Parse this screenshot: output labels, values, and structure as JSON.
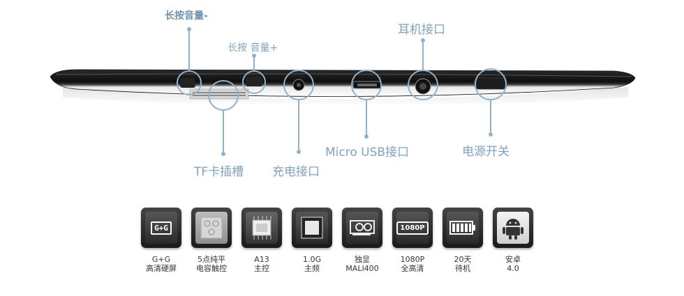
{
  "ports": {
    "vol_down": "长按音量-",
    "vol_up": "长按 音量+",
    "headphone": "耳机接口",
    "tf_slot": "TF卡插槽",
    "charge": "充电接口",
    "micro_usb": "Micro USB接口",
    "power": "电源开关"
  },
  "features": [
    {
      "icon": "gg-screen-icon",
      "badge": "G+G",
      "line1": "G+G",
      "line2": "高清硬屏"
    },
    {
      "icon": "touch-icon",
      "badge": "",
      "line1": "5点纯平",
      "line2": "电容触控"
    },
    {
      "icon": "cpu-icon",
      "badge": "",
      "line1": "A13",
      "line2": "主控"
    },
    {
      "icon": "chip-icon",
      "badge": "",
      "line1": "1.0G",
      "line2": "主频"
    },
    {
      "icon": "gpu-icon",
      "badge": "",
      "line1": "独显",
      "line2": "MALI400"
    },
    {
      "icon": "hd-1080p-icon",
      "badge": "1080P",
      "line1": "1080P",
      "line2": "全高清"
    },
    {
      "icon": "battery-icon",
      "badge": "",
      "line1": "20天",
      "line2": "待机"
    },
    {
      "icon": "android-icon",
      "badge": "",
      "line1": "安卓",
      "line2": "4.0"
    }
  ],
  "colors": {
    "label": "#7fa3bd",
    "accent": "#6e93ad",
    "device": "#1a1a1a"
  }
}
